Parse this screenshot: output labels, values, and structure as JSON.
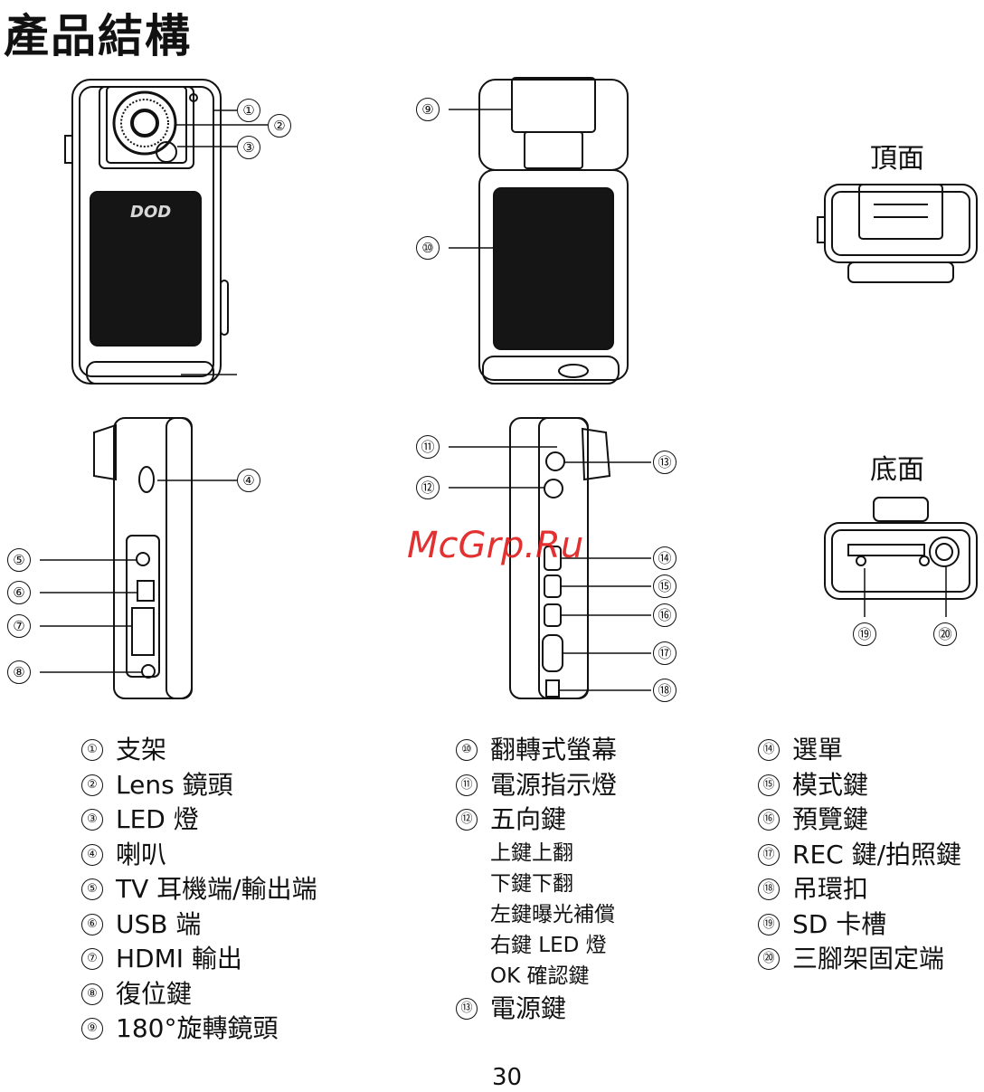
{
  "page": {
    "title": "產品結構",
    "page_number": "30",
    "watermark": "McGrp.Ru"
  },
  "views": {
    "top": "頂面",
    "bottom": "底面"
  },
  "camera_logo": "DOD",
  "callouts": [
    "①",
    "②",
    "③",
    "④",
    "⑤",
    "⑥",
    "⑦",
    "⑧",
    "⑨",
    "⑩",
    "⑪",
    "⑫",
    "⑬",
    "⑭",
    "⑮",
    "⑯",
    "⑰",
    "⑱",
    "⑲",
    "⑳"
  ],
  "legend": {
    "col1": [
      {
        "num": "①",
        "text": "支架"
      },
      {
        "num": "②",
        "text": "Lens 鏡頭"
      },
      {
        "num": "③",
        "text": "LED 燈"
      },
      {
        "num": "④",
        "text": "喇叭"
      },
      {
        "num": "⑤",
        "text": "TV 耳機端/輸出端"
      },
      {
        "num": "⑥",
        "text": "USB 端"
      },
      {
        "num": "⑦",
        "text": "HDMI 輸出"
      },
      {
        "num": "⑧",
        "text": "復位鍵"
      },
      {
        "num": "⑨",
        "text": "180°旋轉鏡頭"
      }
    ],
    "col2": [
      {
        "num": "⑩",
        "text": "翻轉式螢幕"
      },
      {
        "num": "⑪",
        "text": "電源指示燈"
      },
      {
        "num": "⑫",
        "text": "五向鍵"
      }
    ],
    "col2_sub": [
      "上鍵上翻",
      "下鍵下翻",
      "左鍵曝光補償",
      "右鍵 LED 燈",
      "OK 確認鍵"
    ],
    "col2_end": {
      "num": "⑬",
      "text": "電源鍵"
    },
    "col3": [
      {
        "num": "⑭",
        "text": "選單"
      },
      {
        "num": "⑮",
        "text": "模式鍵"
      },
      {
        "num": "⑯",
        "text": "預覽鍵"
      },
      {
        "num": "⑰",
        "text": "REC 鍵/拍照鍵"
      },
      {
        "num": "⑱",
        "text": "吊環扣"
      },
      {
        "num": "⑲",
        "text": "SD 卡槽"
      },
      {
        "num": "⑳",
        "text": "三腳架固定端"
      }
    ]
  },
  "colors": {
    "ink": "#111111",
    "screen": "#151515",
    "watermark": "#e01a1a"
  }
}
